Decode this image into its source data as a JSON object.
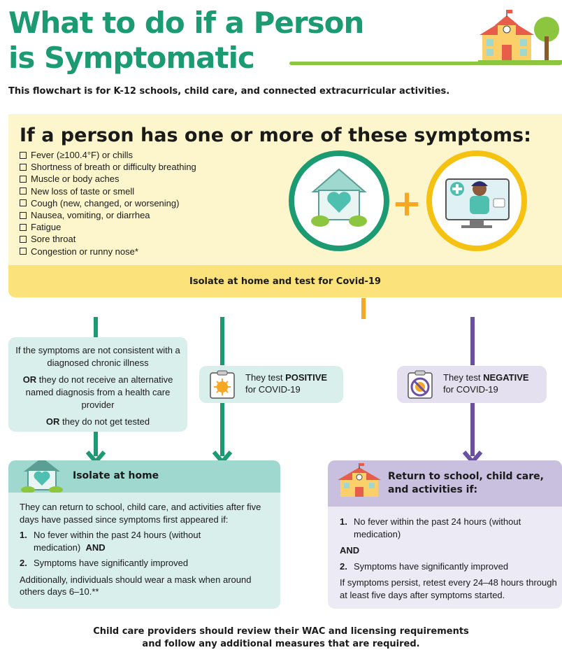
{
  "header": {
    "title_line1": "What to do if a Person",
    "title_line2": "is Symptomatic",
    "subtitle": "This flowchart is for K-12 schools, child care, and connected extracurricular activities."
  },
  "symptoms": {
    "heading": "If a person has one or more of these symptoms:",
    "items": [
      "Fever (≥100.4°F) or chills",
      "Shortness of breath or difficulty breathing",
      "Muscle or body aches",
      "New loss of taste or smell",
      "Cough (new, changed, or worsening)",
      "Nausea, vomiting, or diarrhea",
      "Fatigue",
      "Sore throat",
      "Congestion or runny nose*"
    ],
    "plus": "+"
  },
  "isolate_bar": "Isolate at home and test for Covid-19",
  "conditions": {
    "line1": "If the symptoms are not consistent with a diagnosed chronic illness",
    "or1": "OR",
    "line2": " they do not receive an alternative named diagnosis from a health care provider",
    "or2": "OR",
    "line3": " they do not get tested"
  },
  "positive": {
    "prefix": "They test ",
    "bold": "POSITIVE",
    "suffix": "for COVID-19"
  },
  "negative": {
    "prefix": "They test ",
    "bold": "NEGATIVE",
    "suffix": "for COVID-19"
  },
  "isolate_card": {
    "title": "Isolate at home",
    "intro": "They can return to school, child care, and activities after five days have passed since symptoms first appeared if:",
    "item1_num": "1.",
    "item1_text": "No fever within the past 24 hours (without medication)",
    "item1_and": "AND",
    "item2_num": "2.",
    "item2_text": "Symptoms have significantly improved",
    "note": "Additionally, individuals should wear a mask when around others days 6–10.**"
  },
  "return_card": {
    "title": "Return to school, child care, and activities if:",
    "item1_num": "1.",
    "item1_text": "No fever within the past 24 hours (without medication)",
    "and": "AND",
    "item2_num": "2.",
    "item2_text": "Symptoms have significantly improved",
    "note": "If symptoms persist, retest every 24–48 hours through at least five days after symptoms started."
  },
  "footer": {
    "line1": "Child care providers should review their WAC and licensing requirements",
    "line2": "and follow any additional measures that are required."
  },
  "colors": {
    "title_green": "#1c9b73",
    "teal_line": "#1c9b73",
    "purple_line": "#6b4ea6",
    "yellow": "#fbe27a",
    "orange": "#f7a823"
  }
}
